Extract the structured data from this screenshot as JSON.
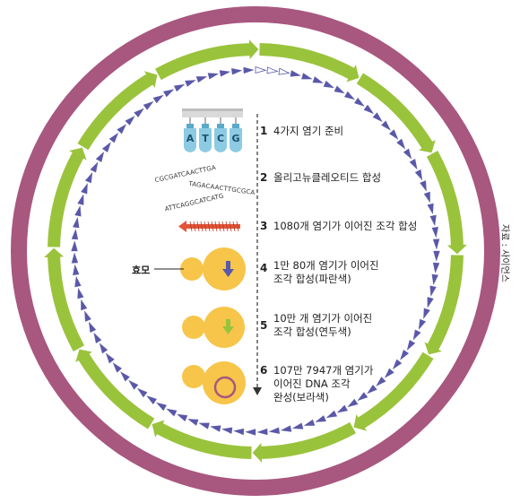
{
  "source_credit": "자료 : 사이언스",
  "yeast_label": "효모",
  "bases": [
    "A",
    "T",
    "C",
    "G"
  ],
  "oligo_sequences": [
    "CGCGATCAACTTGA",
    "TAGACAACTTGCGCA",
    "ATTCAGGCATCATG"
  ],
  "steps": [
    {
      "num": "1",
      "lines": [
        "4가지 염기 준비"
      ]
    },
    {
      "num": "2",
      "lines": [
        "올리고뉴클레오티드 합성"
      ]
    },
    {
      "num": "3",
      "lines": [
        "1080개 염기가 이어진 조각 합성"
      ]
    },
    {
      "num": "4",
      "lines": [
        "1만 80개 염기가 이어진",
        "조각 합성(파란색)"
      ]
    },
    {
      "num": "5",
      "lines": [
        "10만 개 염기가 이어진",
        "조각 합성(연두색)"
      ]
    },
    {
      "num": "6",
      "lines": [
        "107만 7947개 염기가",
        "이어진 DNA 조각",
        "완성(보라색)"
      ]
    }
  ],
  "colors": {
    "purple_ring": "#a8577f",
    "green_ring": "#9ac33c",
    "blue_ring": "#5a58a8",
    "yeast": "#f7c54a",
    "fragment_red": "#e2553a",
    "vial": "#8ccbe3"
  }
}
